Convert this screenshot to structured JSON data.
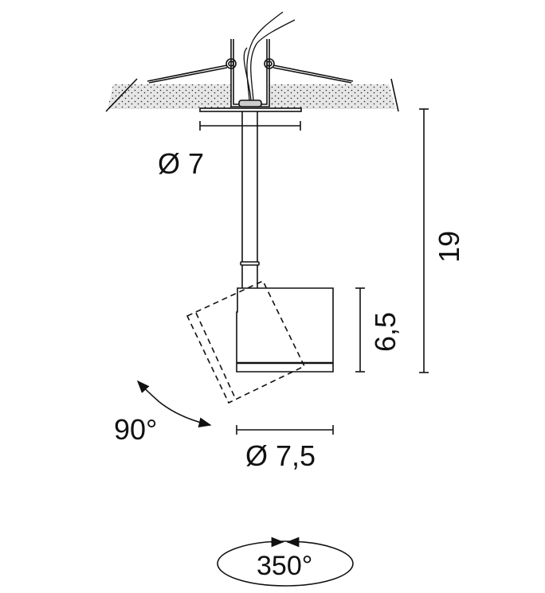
{
  "dimensions": {
    "ceiling_cutout": "Ø 7",
    "total_height": "19",
    "head_height": "6,5",
    "head_diameter": "Ø 7,5",
    "tilt_angle": "90°",
    "rotation_angle": "350°"
  },
  "colors": {
    "line": "#111111",
    "fill": "#e8e8e8"
  }
}
